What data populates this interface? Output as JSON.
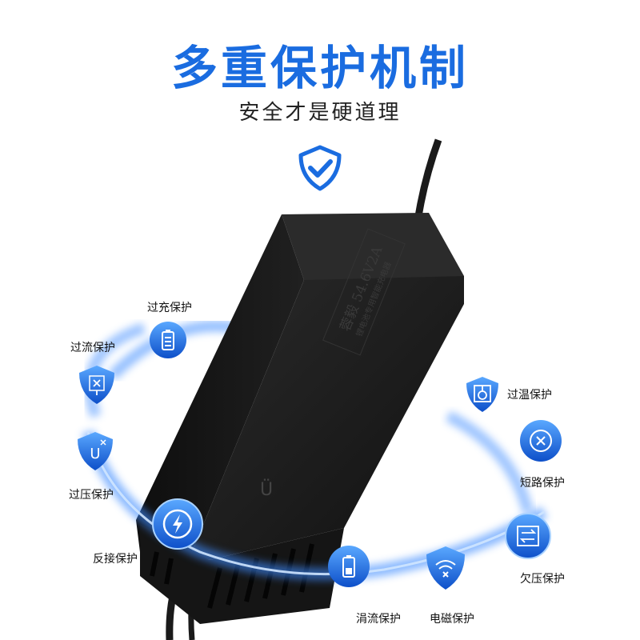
{
  "header": {
    "title": "多重保护机制",
    "subtitle": "安全才是硬道理"
  },
  "product": {
    "label_line1": "蓉毅 54.6V2A",
    "label_line2": "锂电池专用智能充电器",
    "logo_mark": "Ü"
  },
  "protections": [
    {
      "label": "过充保护",
      "icon": "battery-icon"
    },
    {
      "label": "过流保护",
      "icon": "current-icon"
    },
    {
      "label": "过压保护",
      "icon": "voltage-icon"
    },
    {
      "label": "反接保护",
      "icon": "lightning-icon"
    },
    {
      "label": "涓流保护",
      "icon": "battery-low-icon"
    },
    {
      "label": "电磁保护",
      "icon": "wifi-x-icon"
    },
    {
      "label": "欠压保护",
      "icon": "switch-arrows-icon"
    },
    {
      "label": "短路保护",
      "icon": "circle-x-icon"
    },
    {
      "label": "过温保护",
      "icon": "thermo-icon"
    }
  ],
  "colors": {
    "accent": "#1a6ce0",
    "icon_gradient_top": "#5aa8ff",
    "icon_gradient_bottom": "#0d4fc9",
    "glow": "#3d8bff",
    "charger_body": "#1b1b1b"
  }
}
